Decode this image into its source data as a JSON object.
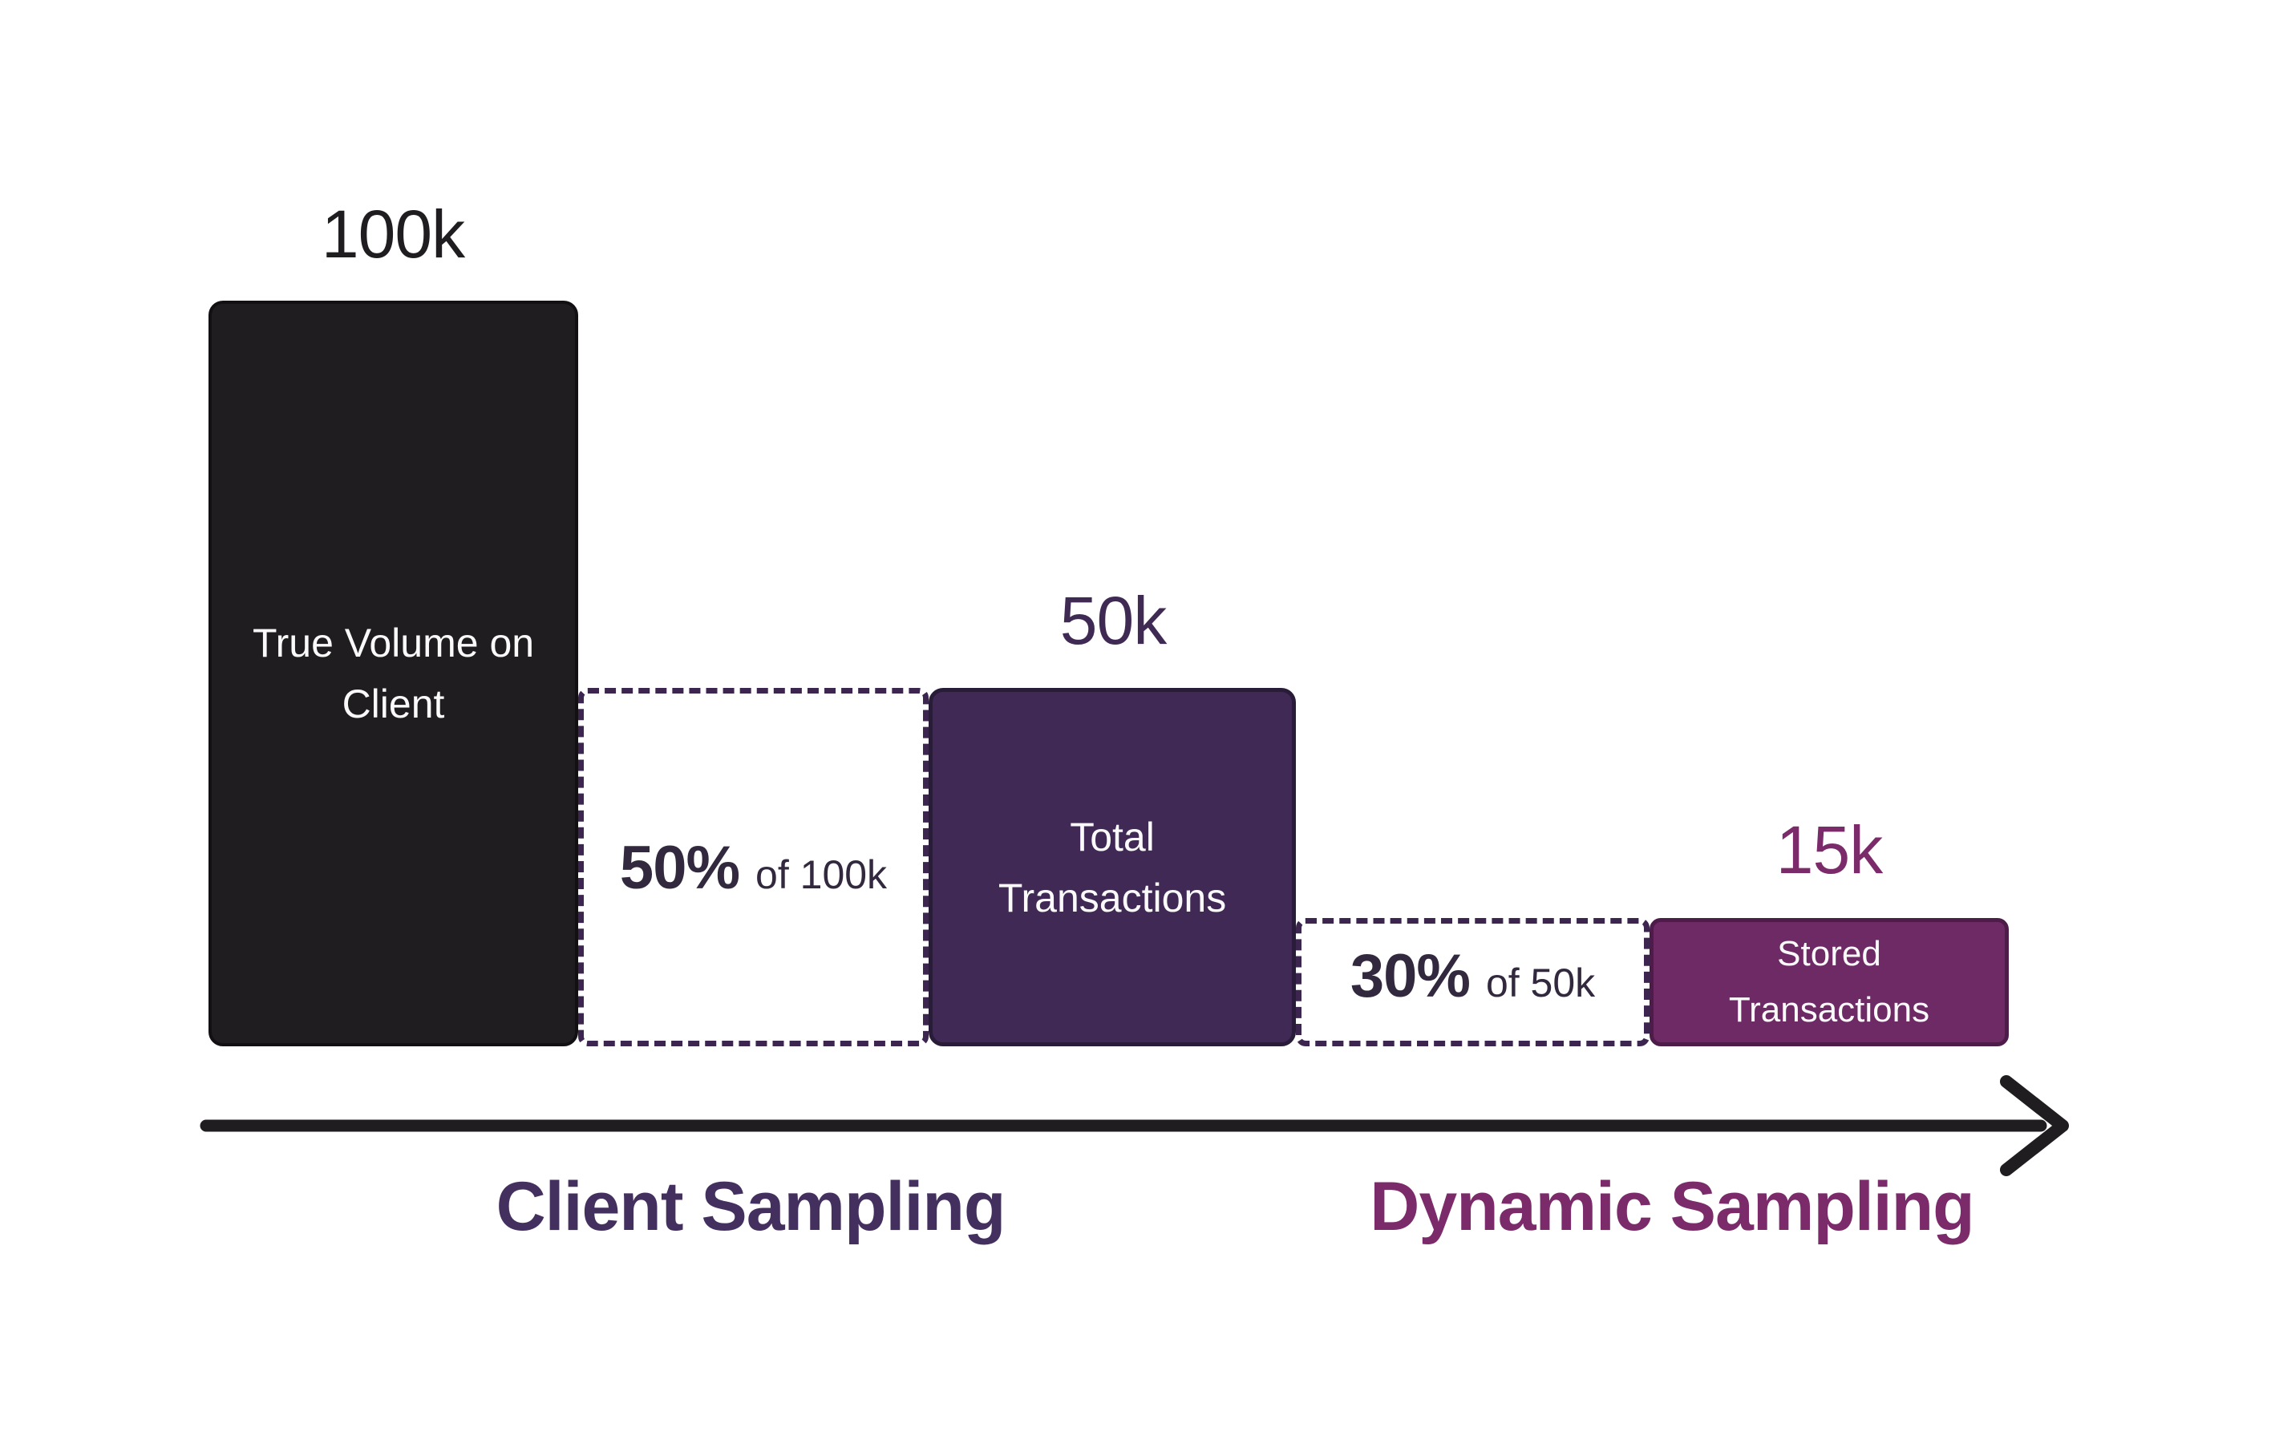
{
  "chart_data": {
    "type": "bar",
    "subtype": "funnel-waterfall",
    "title": "",
    "xlabel": "",
    "ylabel": "",
    "categories": [
      "True Volume on Client",
      "Total Transactions",
      "Stored Transactions"
    ],
    "values": [
      100000,
      50000,
      15000
    ],
    "value_labels": [
      "100k",
      "50k",
      "15k"
    ],
    "ylim": [
      0,
      100000
    ],
    "grid": false,
    "legend": false,
    "annotations": [
      {
        "label": "50%",
        "sublabel": "of 100k",
        "between": [
          "True Volume on Client",
          "Total Transactions"
        ],
        "style": "dashed-box"
      },
      {
        "label": "30%",
        "sublabel": "of 50k",
        "between": [
          "Total Transactions",
          "Stored Transactions"
        ],
        "style": "dashed-box"
      }
    ],
    "x_axis_stages": [
      "Client Sampling",
      "Dynamic Sampling"
    ],
    "x_axis_style": "arrow-right"
  },
  "bars": {
    "true_volume": {
      "value": "100k",
      "line1": "True Volume on",
      "line2": "Client"
    },
    "total": {
      "value": "50k",
      "line1": "Total",
      "line2": "Transactions"
    },
    "stored": {
      "value": "15k",
      "line1": "Stored",
      "line2": "Transactions"
    }
  },
  "boxes": {
    "client": {
      "pct": "50%",
      "of": "of 100k"
    },
    "dynamic": {
      "pct": "30%",
      "of": "of 50k"
    }
  },
  "axis": {
    "client": "Client Sampling",
    "dynamic": "Dynamic Sampling"
  },
  "colors": {
    "background": "#ffffff",
    "bar-true-volume": "#201d20",
    "bar-true-volume-border": "#131013",
    "bar-total": "#402a55",
    "bar-total-border": "#291c38",
    "bar-stored": "#6d2a65",
    "bar-stored-border": "#4d1c48",
    "bar-text": "#fbfafb",
    "dashed-border": "#3c2650",
    "pct-text": "#33293f",
    "value-100k": "#201d20",
    "value-50k": "#3f2a54",
    "value-15k": "#7b2a6a",
    "label-client": "#44305f",
    "label-dynamic": "#7b2a6a",
    "arrow": "#201d20"
  }
}
